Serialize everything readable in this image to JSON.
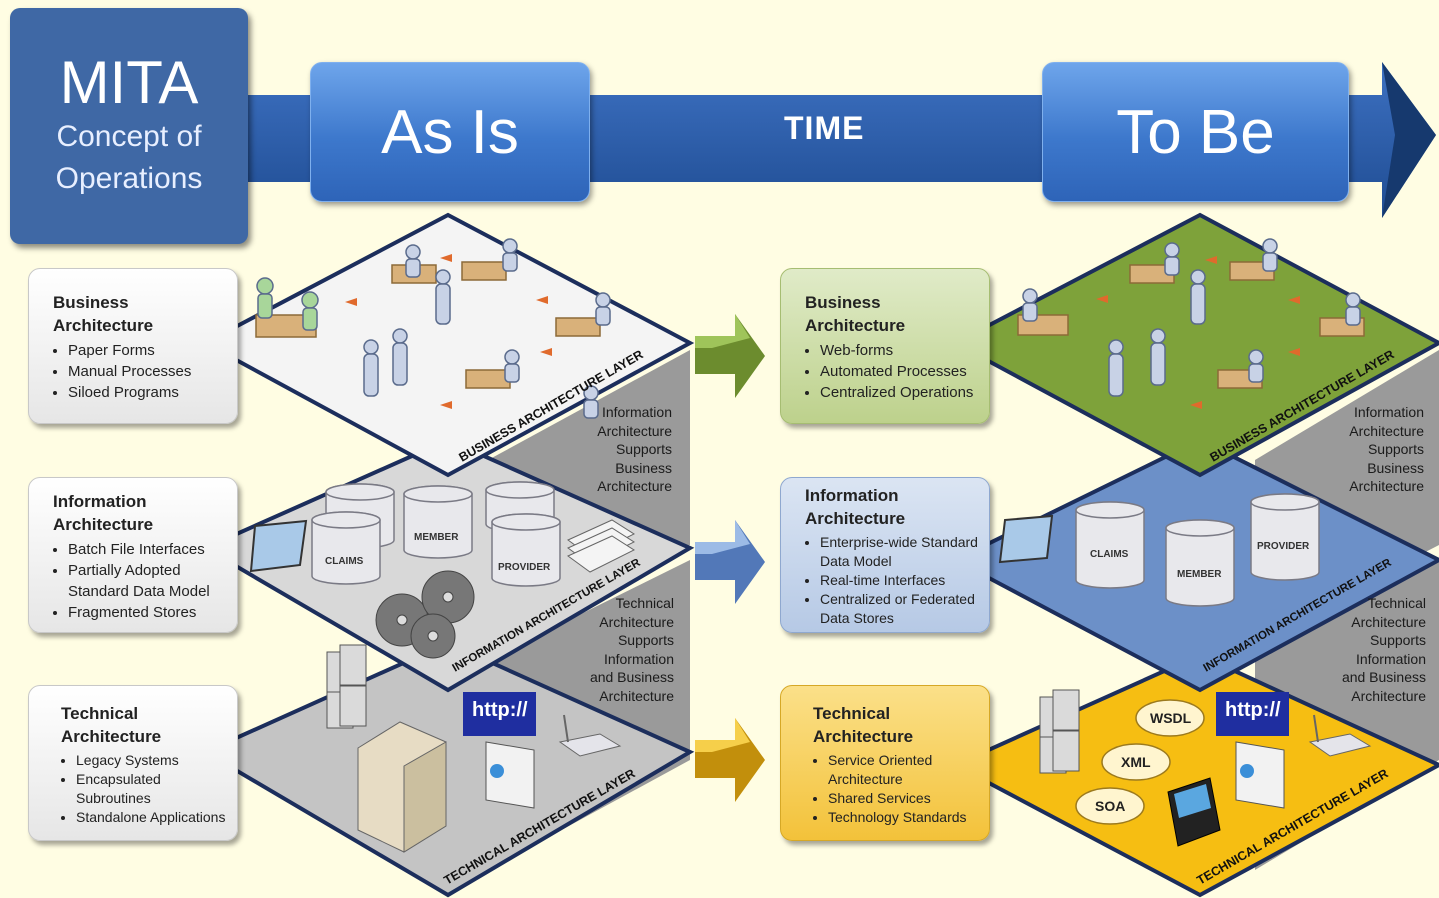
{
  "header": {
    "title": "MITA",
    "subtitle_line1": "Concept of",
    "subtitle_line2": "Operations",
    "as_is": "As Is",
    "time": "TIME",
    "to_be": "To Be"
  },
  "as_is": {
    "business": {
      "title_line1": "Business",
      "title_line2": "Architecture",
      "items": [
        "Paper Forms",
        "Manual Processes",
        "Siloed Programs"
      ]
    },
    "information": {
      "title_line1": "Information",
      "title_line2": "Architecture",
      "items": [
        "Batch File Interfaces",
        "Partially Adopted Standard Data Model",
        "Fragmented Stores"
      ]
    },
    "technical": {
      "title_line1": "Technical",
      "title_line2": "Architecture",
      "items": [
        "Legacy Systems",
        "Encapsulated Subroutines",
        "Standalone Applications"
      ]
    }
  },
  "to_be": {
    "business": {
      "title_line1": "Business",
      "title_line2": "Architecture",
      "items": [
        "Web-forms",
        "Automated Processes",
        "Centralized Operations"
      ]
    },
    "information": {
      "title_line1": "Information",
      "title_line2": "Architecture",
      "items": [
        "Enterprise-wide Standard Data Model",
        "Real-time Interfaces",
        "Centralized or Federated Data Stores"
      ]
    },
    "technical": {
      "title_line1": "Technical",
      "title_line2": "Architecture",
      "items": [
        "Service Oriented Architecture",
        "Shared Services",
        "Technology Standards"
      ]
    }
  },
  "layers": {
    "business": "BUSINESS ARCHITECTURE LAYER",
    "information": "INFORMATION ARCHITECTURE LAYER",
    "technical": "TECHNICAL ARCHITECTURE LAYER"
  },
  "supports": {
    "info_supports_business": [
      "Information",
      "Architecture",
      "Supports",
      "Business",
      "Architecture"
    ],
    "tech_supports_info": [
      "Technical",
      "Architecture",
      "Supports",
      "Information",
      "and Business",
      "Architecture"
    ]
  },
  "db": {
    "claims": "CLAIMS",
    "member": "MEMBER",
    "provider": "PROVIDER"
  },
  "tech_labels": {
    "http": "http://",
    "wsdl": "WSDL",
    "xml": "XML",
    "soa": "SOA"
  },
  "colors": {
    "business_to_be": "#7ea23a",
    "information_to_be": "#6c90c8",
    "technical_to_be": "#f6be12",
    "as_is_business": "#f4f4f4",
    "as_is_info": "#d8d8d8",
    "as_is_tech": "#c4c4c4",
    "timeline_blue": "#2c5aa0"
  }
}
